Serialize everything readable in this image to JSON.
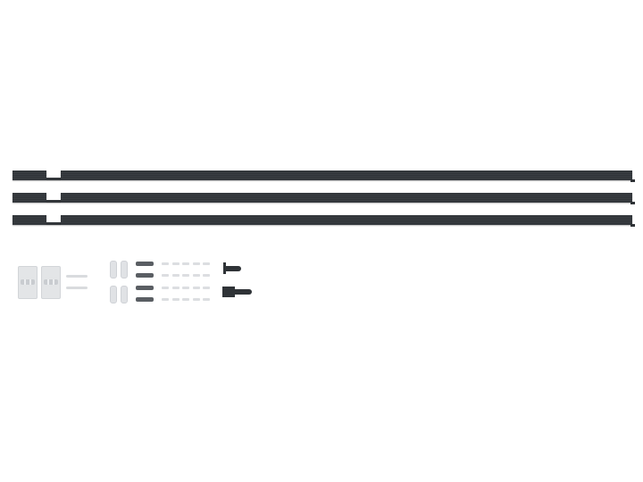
{
  "image": {
    "subject": "rail-kit-with-hardware",
    "colors": {
      "rail": "#32363a",
      "hardware_light": "#e0e2e5",
      "hardware_dark": "#2f3337",
      "background": "#ffffff"
    },
    "counts": {
      "rails": 3,
      "hinges": 2,
      "long_screws": 2,
      "clips": 4,
      "plates": 4,
      "small_screws": 20,
      "brackets": 2
    }
  }
}
